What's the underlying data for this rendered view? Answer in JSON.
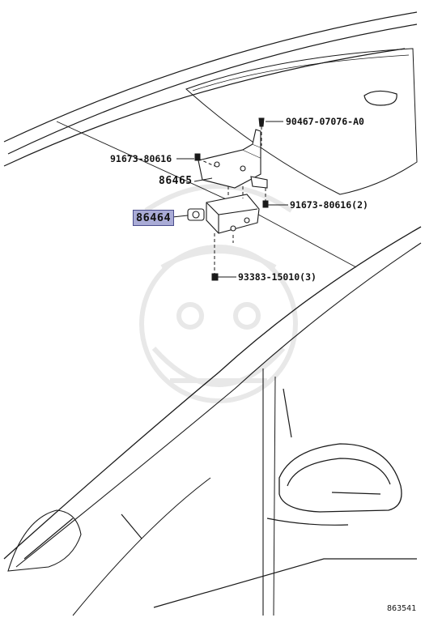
{
  "diagram": {
    "parts": [
      {
        "number": "90467-07076-A0"
      },
      {
        "number": "91673-80616"
      },
      {
        "number": "86465"
      },
      {
        "number": "91673-80616(2)"
      },
      {
        "number": "86464",
        "highlighted": true,
        "highlight_color": "#a9abd6"
      },
      {
        "number": "93383-15010(3)"
      }
    ],
    "figure_number": "863541",
    "colors": {
      "line": "#1a1a1a",
      "highlight": "#a9abd6",
      "watermark": "#e6e6e6"
    }
  }
}
